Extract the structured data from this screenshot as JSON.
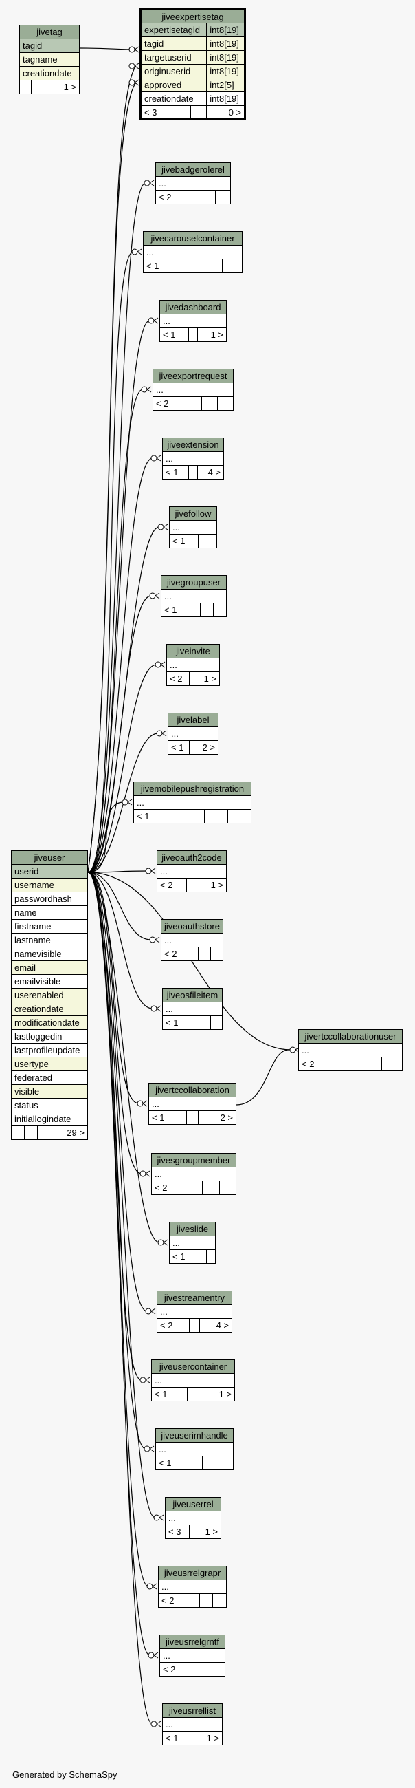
{
  "footer": "Generated by SchemaSpy",
  "tables": [
    {
      "id": "jivetag",
      "name": "jivetag",
      "rows": [
        {
          "label": "tagid",
          "kind": "pk"
        },
        {
          "label": "tagname",
          "kind": "idx"
        },
        {
          "label": "creationdate",
          "kind": "idx"
        }
      ],
      "foot": [
        "",
        "",
        "1 >"
      ]
    },
    {
      "id": "jiveexpertisetag",
      "name": "jiveexpertisetag",
      "focus": true,
      "rows": [
        {
          "label": "expertisetagid",
          "type": "int8[19]",
          "kind": "pk"
        },
        {
          "label": "tagid",
          "type": "int8[19]",
          "kind": "idx"
        },
        {
          "label": "targetuserid",
          "type": "int8[19]",
          "kind": "idx"
        },
        {
          "label": "originuserid",
          "type": "int8[19]",
          "kind": "idx"
        },
        {
          "label": "approved",
          "type": "int2[5]",
          "kind": "idx"
        },
        {
          "label": "creationdate",
          "type": "int8[19]",
          "kind": "plain"
        }
      ],
      "foot": [
        "< 3",
        "",
        "0 >"
      ]
    },
    {
      "id": "jivebadgerolerel",
      "name": "jivebadgerolerel",
      "rows": [
        {
          "label": "...",
          "kind": "plain"
        }
      ],
      "foot": [
        "< 2",
        "",
        ""
      ]
    },
    {
      "id": "jivecarouselcontainer",
      "name": "jivecarouselcontainer",
      "rows": [
        {
          "label": "...",
          "kind": "plain"
        }
      ],
      "foot": [
        "< 1",
        "",
        ""
      ]
    },
    {
      "id": "jivedashboard",
      "name": "jivedashboard",
      "rows": [
        {
          "label": "...",
          "kind": "plain"
        }
      ],
      "foot": [
        "< 1",
        "",
        "1 >"
      ]
    },
    {
      "id": "jiveexportrequest",
      "name": "jiveexportrequest",
      "rows": [
        {
          "label": "...",
          "kind": "plain"
        }
      ],
      "foot": [
        "< 2",
        "",
        ""
      ]
    },
    {
      "id": "jiveextension",
      "name": "jiveextension",
      "rows": [
        {
          "label": "...",
          "kind": "plain"
        }
      ],
      "foot": [
        "< 1",
        "",
        "4 >"
      ]
    },
    {
      "id": "jivefollow",
      "name": "jivefollow",
      "rows": [
        {
          "label": "...",
          "kind": "plain"
        }
      ],
      "foot": [
        "< 1",
        "",
        ""
      ]
    },
    {
      "id": "jivegroupuser",
      "name": "jivegroupuser",
      "rows": [
        {
          "label": "...",
          "kind": "plain"
        }
      ],
      "foot": [
        "< 1",
        "",
        ""
      ]
    },
    {
      "id": "jiveinvite",
      "name": "jiveinvite",
      "rows": [
        {
          "label": "...",
          "kind": "plain"
        }
      ],
      "foot": [
        "< 2",
        "",
        "1 >"
      ]
    },
    {
      "id": "jivelabel",
      "name": "jivelabel",
      "rows": [
        {
          "label": "...",
          "kind": "plain"
        }
      ],
      "foot": [
        "< 1",
        "",
        "2 >"
      ]
    },
    {
      "id": "jivemobilepushregistration",
      "name": "jivemobilepushregistration",
      "rows": [
        {
          "label": "...",
          "kind": "plain"
        }
      ],
      "foot": [
        "< 1",
        "",
        ""
      ]
    },
    {
      "id": "jiveuser",
      "name": "jiveuser",
      "rows": [
        {
          "label": "userid",
          "kind": "pk"
        },
        {
          "label": "username",
          "kind": "idx"
        },
        {
          "label": "passwordhash",
          "kind": "plain"
        },
        {
          "label": "name",
          "kind": "plain"
        },
        {
          "label": "firstname",
          "kind": "plain"
        },
        {
          "label": "lastname",
          "kind": "plain"
        },
        {
          "label": "namevisible",
          "kind": "plain"
        },
        {
          "label": "email",
          "kind": "idx"
        },
        {
          "label": "emailvisible",
          "kind": "plain"
        },
        {
          "label": "userenabled",
          "kind": "idx"
        },
        {
          "label": "creationdate",
          "kind": "idx"
        },
        {
          "label": "modificationdate",
          "kind": "idx"
        },
        {
          "label": "lastloggedin",
          "kind": "plain"
        },
        {
          "label": "lastprofileupdate",
          "kind": "plain"
        },
        {
          "label": "usertype",
          "kind": "idx"
        },
        {
          "label": "federated",
          "kind": "plain"
        },
        {
          "label": "visible",
          "kind": "idx"
        },
        {
          "label": "status",
          "kind": "plain"
        },
        {
          "label": "initiallogindate",
          "kind": "plain"
        }
      ],
      "foot": [
        "",
        "",
        "29 >"
      ]
    },
    {
      "id": "jiveoauth2code",
      "name": "jiveoauth2code",
      "rows": [
        {
          "label": "...",
          "kind": "plain"
        }
      ],
      "foot": [
        "< 2",
        "",
        "1 >"
      ]
    },
    {
      "id": "jiveoauthstore",
      "name": "jiveoauthstore",
      "rows": [
        {
          "label": "...",
          "kind": "plain"
        }
      ],
      "foot": [
        "< 2",
        "",
        ""
      ]
    },
    {
      "id": "jiveosfileitem",
      "name": "jiveosfileitem",
      "rows": [
        {
          "label": "...",
          "kind": "plain"
        }
      ],
      "foot": [
        "< 1",
        "",
        ""
      ]
    },
    {
      "id": "jivertccollaborationuser",
      "name": "jivertccollaborationuser",
      "rows": [
        {
          "label": "...",
          "kind": "plain"
        }
      ],
      "foot": [
        "< 2",
        "",
        ""
      ]
    },
    {
      "id": "jivertccollaboration",
      "name": "jivertccollaboration",
      "rows": [
        {
          "label": "...",
          "kind": "plain"
        }
      ],
      "foot": [
        "< 1",
        "",
        "2 >"
      ]
    },
    {
      "id": "jivesgroupmember",
      "name": "jivesgroupmember",
      "rows": [
        {
          "label": "...",
          "kind": "plain"
        }
      ],
      "foot": [
        "< 2",
        "",
        ""
      ]
    },
    {
      "id": "jiveslide",
      "name": "jiveslide",
      "rows": [
        {
          "label": "...",
          "kind": "plain"
        }
      ],
      "foot": [
        "< 1",
        "",
        ""
      ]
    },
    {
      "id": "jivestreamentry",
      "name": "jivestreamentry",
      "rows": [
        {
          "label": "...",
          "kind": "plain"
        }
      ],
      "foot": [
        "< 2",
        "",
        "4 >"
      ]
    },
    {
      "id": "jiveusercontainer",
      "name": "jiveusercontainer",
      "rows": [
        {
          "label": "...",
          "kind": "plain"
        }
      ],
      "foot": [
        "< 1",
        "",
        "1 >"
      ]
    },
    {
      "id": "jiveuserimhandle",
      "name": "jiveuserimhandle",
      "rows": [
        {
          "label": "...",
          "kind": "plain"
        }
      ],
      "foot": [
        "< 1",
        "",
        ""
      ]
    },
    {
      "id": "jiveuserrel",
      "name": "jiveuserrel",
      "rows": [
        {
          "label": "...",
          "kind": "plain"
        }
      ],
      "foot": [
        "< 3",
        "",
        "1 >"
      ]
    },
    {
      "id": "jiveusrrelgrapr",
      "name": "jiveusrrelgrapr",
      "rows": [
        {
          "label": "...",
          "kind": "plain"
        }
      ],
      "foot": [
        "< 2",
        "",
        ""
      ]
    },
    {
      "id": "jiveusrrelgrntf",
      "name": "jiveusrrelgrntf",
      "rows": [
        {
          "label": "...",
          "kind": "plain"
        }
      ],
      "foot": [
        "< 2",
        "",
        ""
      ]
    },
    {
      "id": "jiveusrrellist",
      "name": "jiveusrrellist",
      "rows": [
        {
          "label": "...",
          "kind": "plain"
        }
      ],
      "foot": [
        "< 1",
        "",
        "1 >"
      ]
    }
  ]
}
